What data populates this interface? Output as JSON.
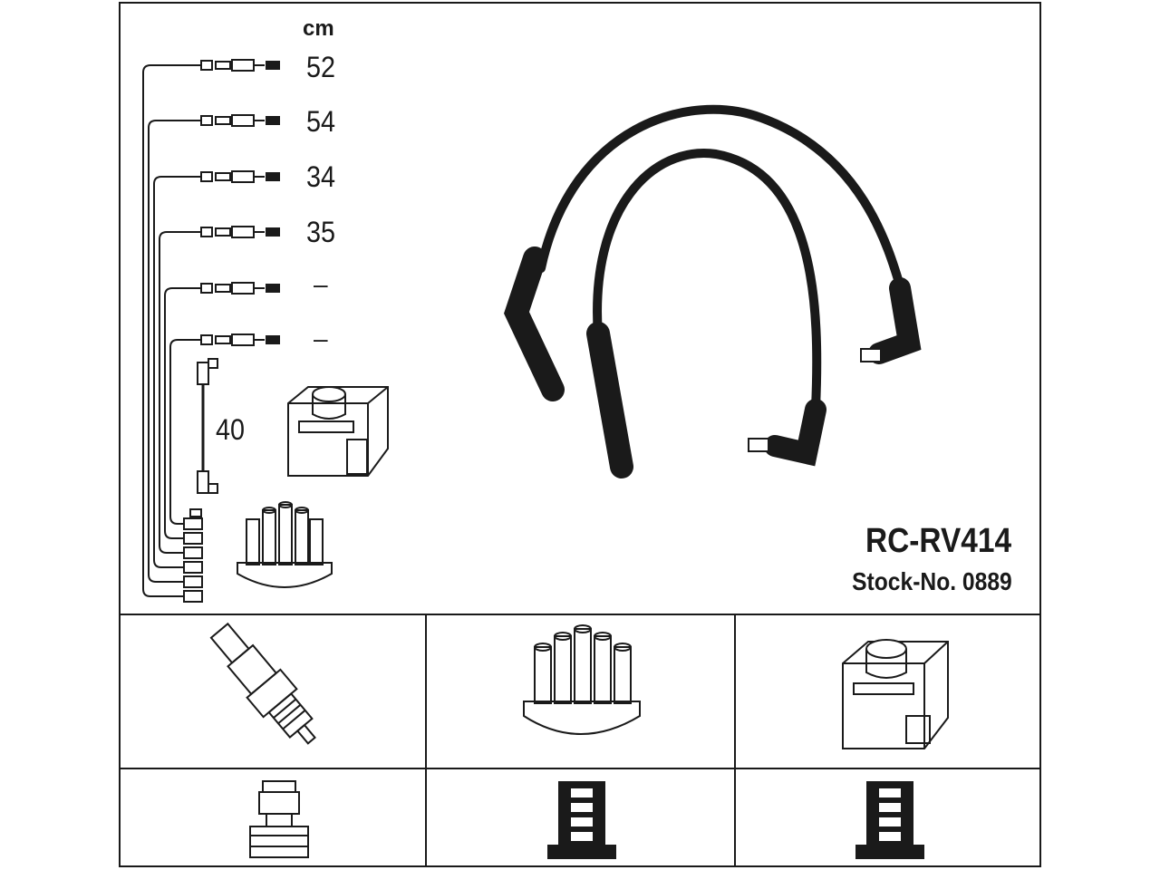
{
  "unit_label": "cm",
  "leads": [
    {
      "length": "52"
    },
    {
      "length": "54"
    },
    {
      "length": "34"
    },
    {
      "length": "35"
    },
    {
      "length": "–"
    },
    {
      "length": "–"
    }
  ],
  "coil_lead_length": "40",
  "product": {
    "model": "RC-RV414",
    "stock_number": "Stock-No. 0889"
  },
  "icons": [
    "ignition-coil-icon",
    "distributor-cap-icon",
    "spark-plug-icon",
    "plug-terminal-icon",
    "cap-terminal-icon",
    "coil-terminal-icon"
  ]
}
